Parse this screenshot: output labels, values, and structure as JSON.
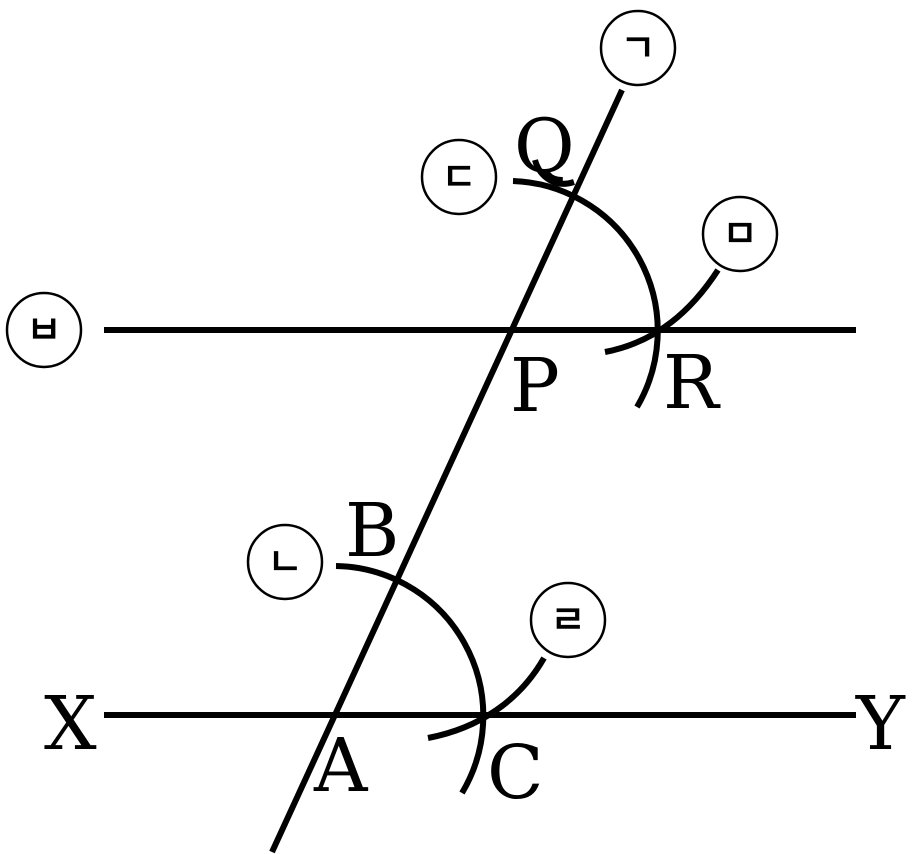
{
  "points": {
    "X": "X",
    "Y": "Y",
    "A": "A",
    "B": "B",
    "C": "C",
    "P": "P",
    "Q": "Q",
    "R": "R"
  },
  "steps": {
    "s1": "ㄱ",
    "s2": "ㄴ",
    "s3": "ㄷ",
    "s4": "ㄹ",
    "s5": "ㅁ",
    "s6": "ㅂ"
  }
}
